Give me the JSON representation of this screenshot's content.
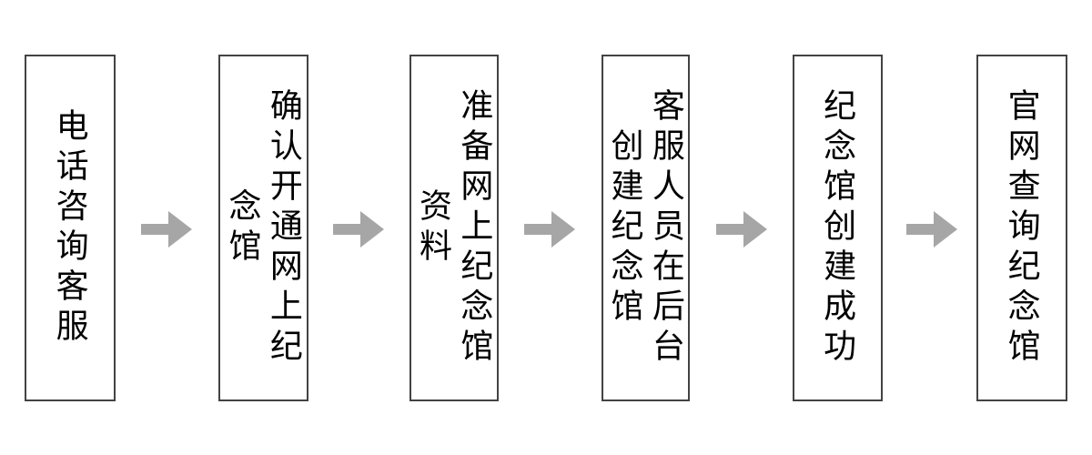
{
  "diagram": {
    "type": "process-flowchart",
    "orientation": "left-to-right",
    "text_direction": "vertical-rl",
    "colors": {
      "box_border": "#434343",
      "box_fill": "#FFFFFF",
      "text": "#000000",
      "arrow": "#A6A6A6",
      "background": "#FFFFFF"
    },
    "nodes": [
      {
        "id": "step-1",
        "label": "电话咨询客服",
        "columns": [
          "电话咨询客服"
        ]
      },
      {
        "id": "step-2",
        "label": "确认开通网上纪念馆",
        "columns": [
          "确认开通网上纪念馆"
        ]
      },
      {
        "id": "step-3",
        "label": "准备网上纪念馆资料",
        "columns": [
          "准备网上纪念馆资料"
        ]
      },
      {
        "id": "step-4",
        "label": "客服人员在后台创建纪念馆",
        "columns": [
          "客服人员在后台",
          "创建纪念馆"
        ]
      },
      {
        "id": "step-5",
        "label": "纪念馆创建成功",
        "columns": [
          "纪念馆创建成功"
        ]
      },
      {
        "id": "step-6",
        "label": "官网查询纪念馆",
        "columns": [
          "官网查询纪念馆"
        ]
      }
    ],
    "connectors": [
      {
        "id": "arrow-1",
        "from": "step-1",
        "to": "step-2",
        "icon": "arrow-right-icon"
      },
      {
        "id": "arrow-2",
        "from": "step-2",
        "to": "step-3",
        "icon": "arrow-right-icon"
      },
      {
        "id": "arrow-3",
        "from": "step-3",
        "to": "step-4",
        "icon": "arrow-right-icon"
      },
      {
        "id": "arrow-4",
        "from": "step-4",
        "to": "step-5",
        "icon": "arrow-right-icon"
      },
      {
        "id": "arrow-5",
        "from": "step-5",
        "to": "step-6",
        "icon": "arrow-right-icon"
      }
    ]
  }
}
